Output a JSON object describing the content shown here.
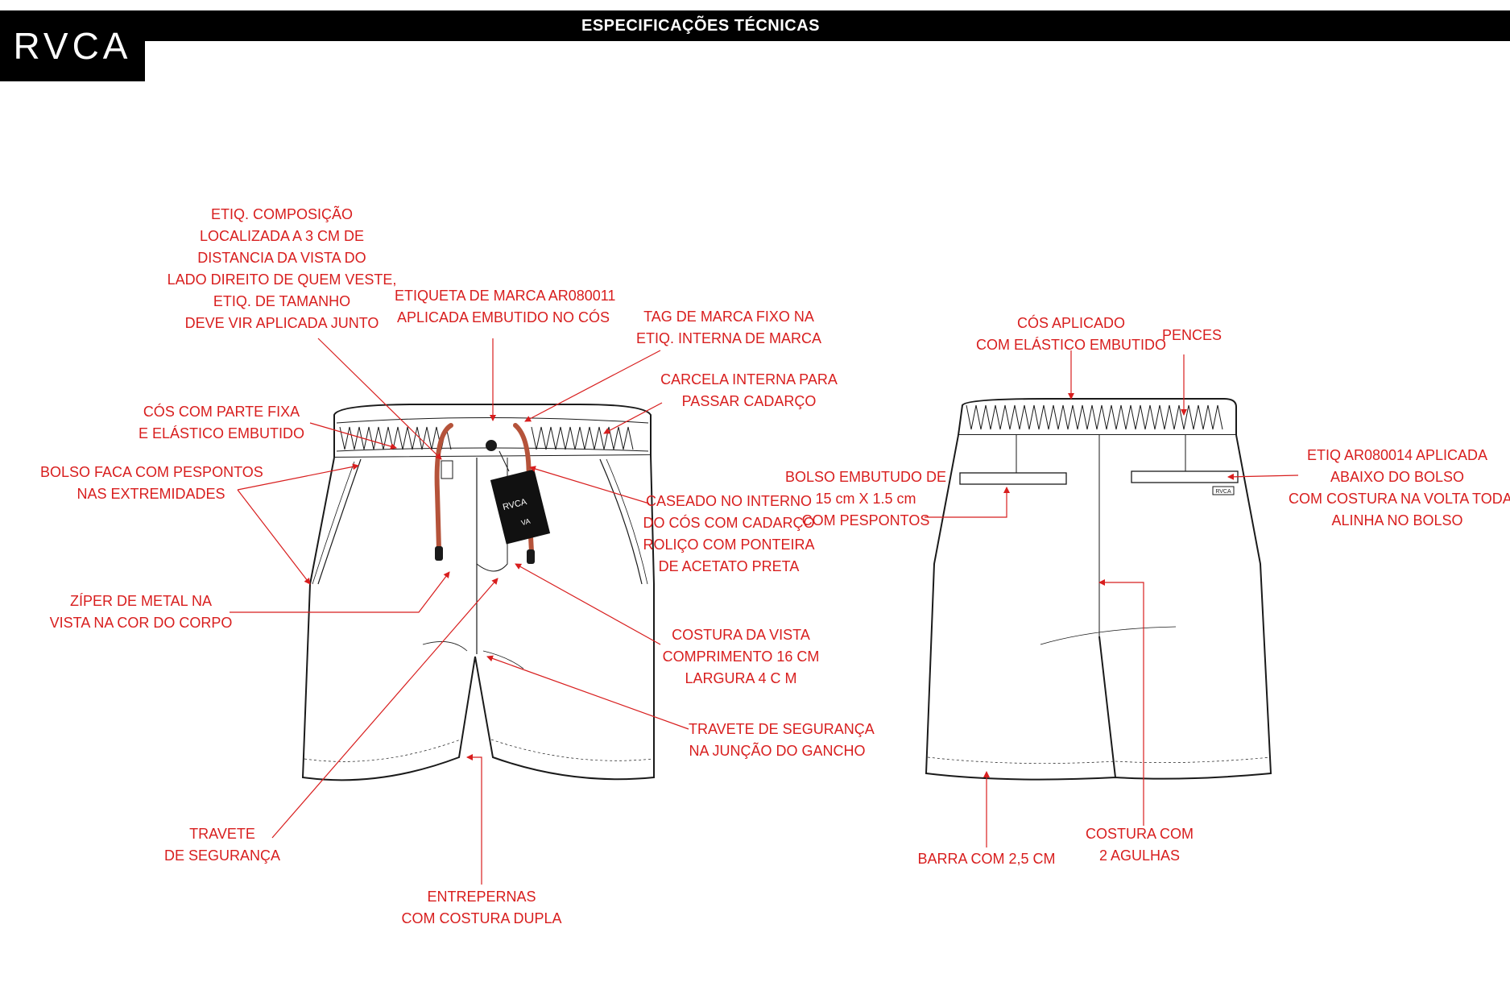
{
  "header": {
    "title": "ESPECIFICAÇÕES TÉCNICAS",
    "logo": "RVCA"
  },
  "colors": {
    "annotation": "#d81e1e",
    "line": "#1a1a1a",
    "drawcord": "#b5533a",
    "header_bg": "#000000"
  },
  "front_tag": {
    "brand": "RVCA",
    "mark": "VA"
  },
  "back_label": "RVCA",
  "annotations": {
    "etiq_composicao": [
      "ETIQ. COMPOSIÇÃO",
      "LOCALIZADA A 3 CM DE",
      "DISTANCIA DA VISTA DO",
      "LADO DIREITO DE QUEM VESTE,",
      "ETIQ. DE TAMANHO",
      "DEVE VIR APLICADA JUNTO"
    ],
    "etiqueta_marca": [
      "ETIQUETA DE MARCA AR080011",
      "APLICADA EMBUTIDO NO CÓS"
    ],
    "tag_marca": [
      "TAG DE MARCA FIXO NA",
      "ETIQ. INTERNA DE MARCA"
    ],
    "carcela_interna": [
      "CARCELA INTERNA PARA",
      "PASSAR CADARÇO"
    ],
    "cos_parte_fixa": [
      "CÓS COM PARTE FIXA",
      "E ELÁSTICO EMBUTIDO"
    ],
    "bolso_faca": [
      "BOLSO FACA COM PESPONTOS",
      "NAS EXTREMIDADES"
    ],
    "caseado": [
      "CASEADO NO INTERNO",
      "DO CÓS COM CADARÇO",
      "ROLIÇO COM PONTEIRA",
      "DE ACETATO PRETA"
    ],
    "ziper": [
      "ZÍPER DE METAL NA",
      "VISTA NA COR DO CORPO"
    ],
    "costura_vista": [
      "COSTURA DA VISTA",
      "COMPRIMENTO 16 CM",
      "LARGURA 4 C M"
    ],
    "travete_gancho": [
      "TRAVETE DE SEGURANÇA",
      "NA JUNÇÃO DO GANCHO"
    ],
    "travete": [
      "TRAVETE",
      "DE SEGURANÇA"
    ],
    "entrepernas": [
      "ENTREPERNAS",
      "COM COSTURA DUPLA"
    ],
    "cos_aplicado": [
      "CÓS APLICADO",
      "COM ELÁSTICO EMBUTIDO"
    ],
    "pences": [
      "PENCES"
    ],
    "bolso_embutido": [
      "BOLSO EMBUTUDO DE",
      "15 cm X 1.5 cm",
      "COM PESPONTOS"
    ],
    "etiq_ar080014": [
      "ETIQ AR080014 APLICADA",
      "ABAIXO DO BOLSO",
      "COM COSTURA NA VOLTA TODA",
      "ALINHA NO BOLSO"
    ],
    "barra": [
      "BARRA COM 2,5 CM"
    ],
    "costura_agulhas": [
      "COSTURA COM",
      "2 AGULHAS"
    ]
  }
}
